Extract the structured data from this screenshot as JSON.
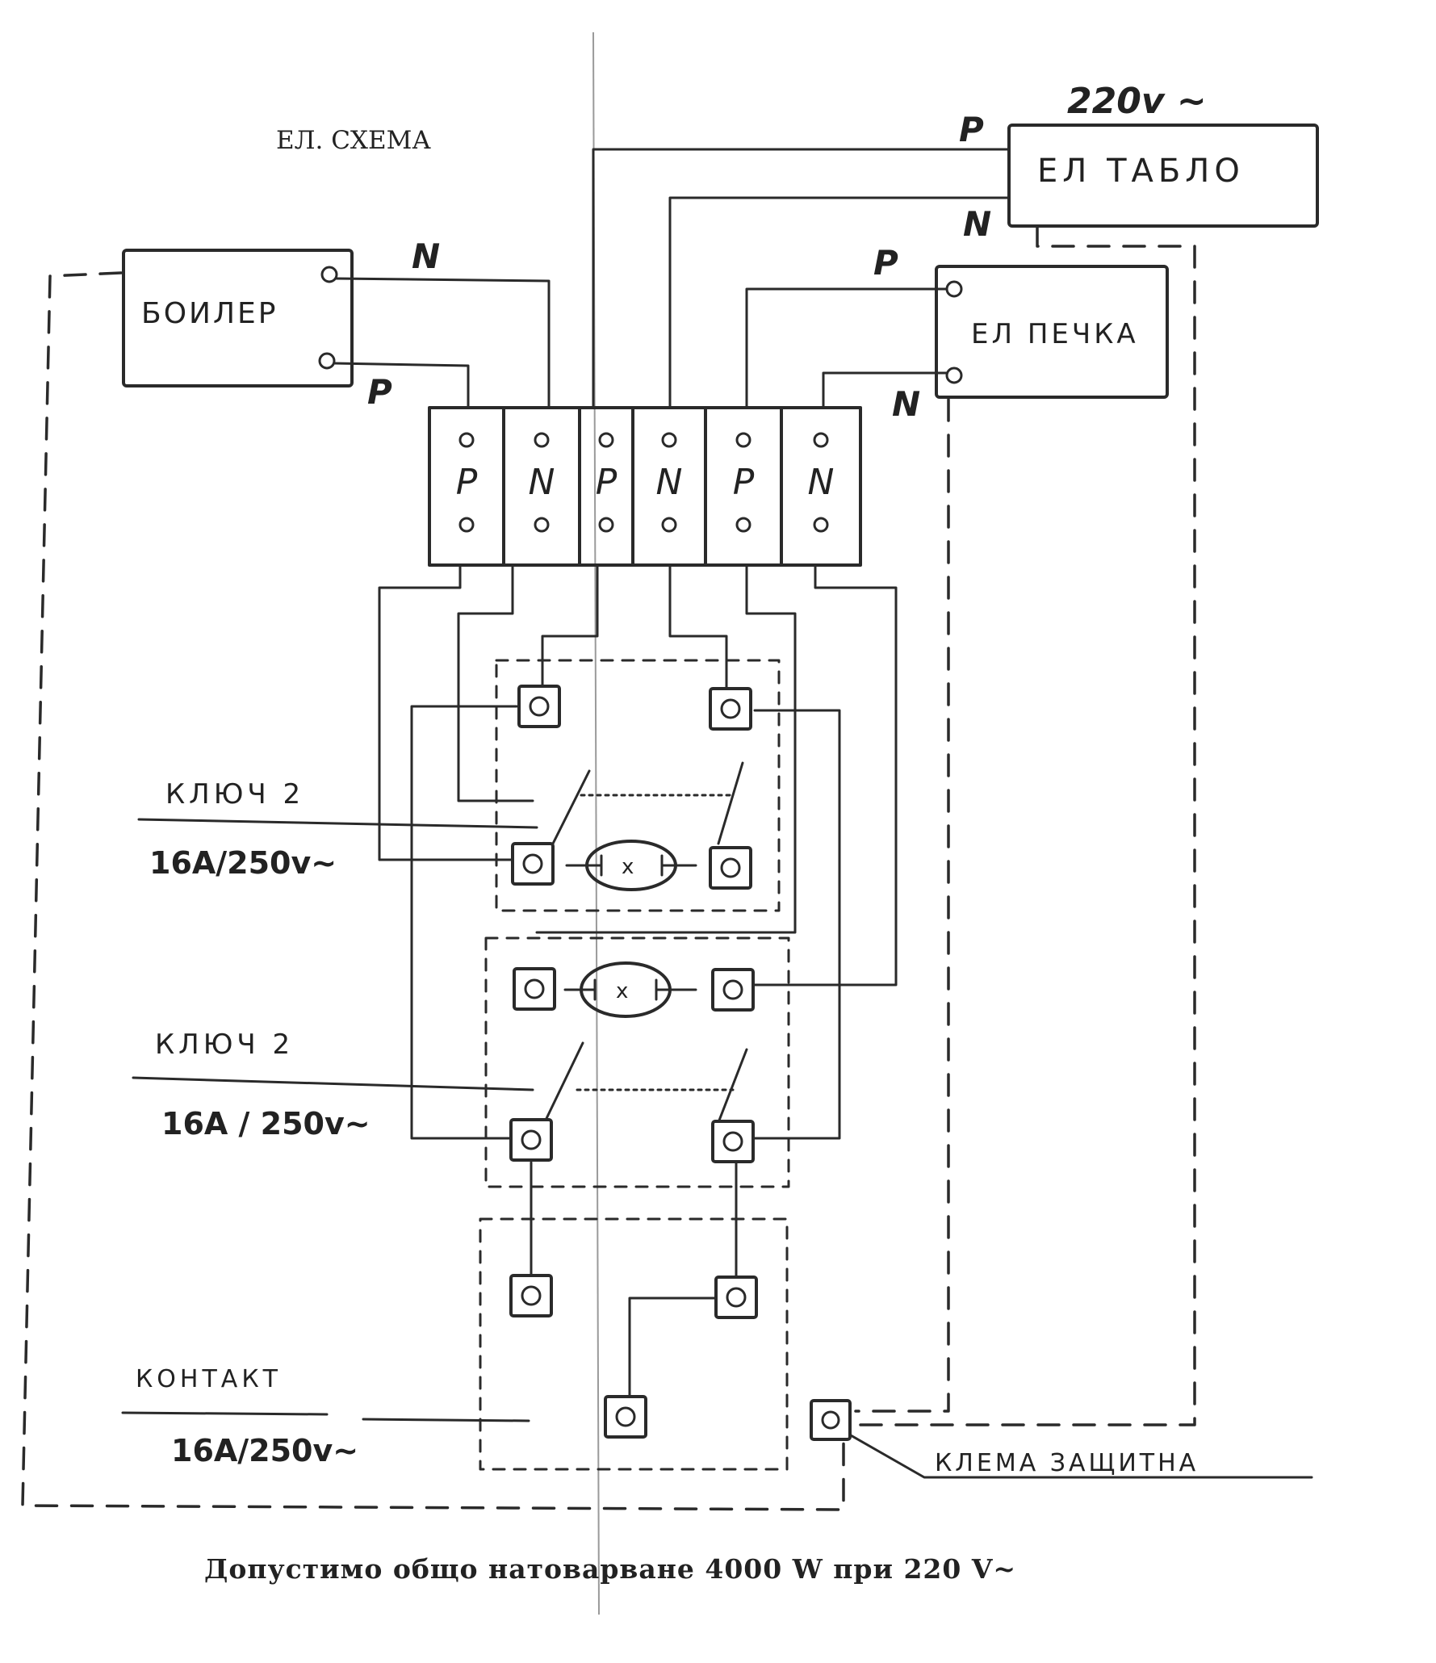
{
  "title": "ЕЛ. СХЕМА",
  "supply_voltage": "220v ~",
  "panel": {
    "label": "ЕЛ ТАБЛО",
    "p": "P",
    "n": "N"
  },
  "boiler": {
    "label": "БОИЛЕР",
    "p": "P",
    "n": "N"
  },
  "stove": {
    "label": "ЕЛ ПЕЧКА",
    "p": "P",
    "n": "N"
  },
  "terminal_block": [
    "P",
    "N",
    "P",
    "N",
    "P",
    "N"
  ],
  "switch1": {
    "label": "КЛЮЧ 2",
    "rating": "16A/250v~"
  },
  "switch2": {
    "label": "КЛЮЧ 2",
    "rating": "16A / 250v~"
  },
  "socket": {
    "label": "КОНТАКТ",
    "rating": "16A/250v~"
  },
  "ground": {
    "label": "КЛЕМА ЗАЩИТНА"
  },
  "footer": "Допустимо общо натоварване 4000 W при 220 V~",
  "colors": {
    "paper": "#ffffff",
    "ink": "#2a2a2a"
  }
}
